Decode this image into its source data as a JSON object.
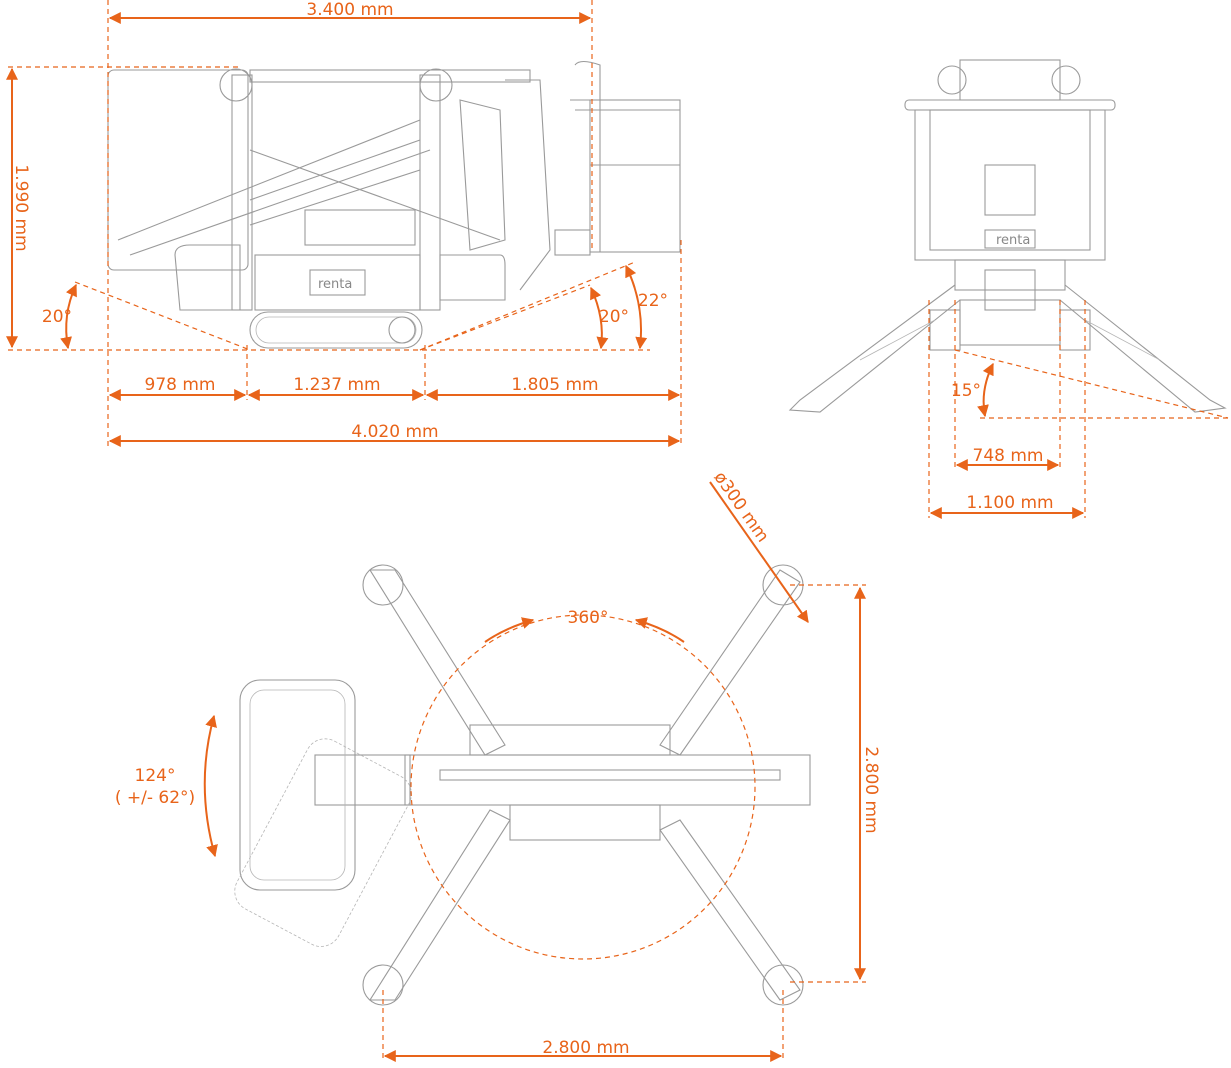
{
  "brand_logo": "renta",
  "colors": {
    "dimension": "#E8641A",
    "machine_lines": "#9a9a9a"
  },
  "side_view": {
    "overall_length_upper": "3.400 mm",
    "height": "1.990 mm",
    "angle_rear": "20°",
    "angle_front": "20°",
    "angle_front_max": "22°",
    "segment_rear": "978 mm",
    "segment_track": "1.237 mm",
    "segment_front": "1.805 mm",
    "overall_length": "4.020 mm"
  },
  "front_view": {
    "angle": "15°",
    "track_width": "748 mm",
    "overall_width": "1.100 mm"
  },
  "top_view": {
    "foot_diameter": "ø300 mm",
    "rotation": "360°",
    "basket_rotation": "124°",
    "basket_rotation_detail": "( +/- 62°)",
    "outrigger_depth": "2.800 mm",
    "outrigger_width": "2.800 mm"
  }
}
